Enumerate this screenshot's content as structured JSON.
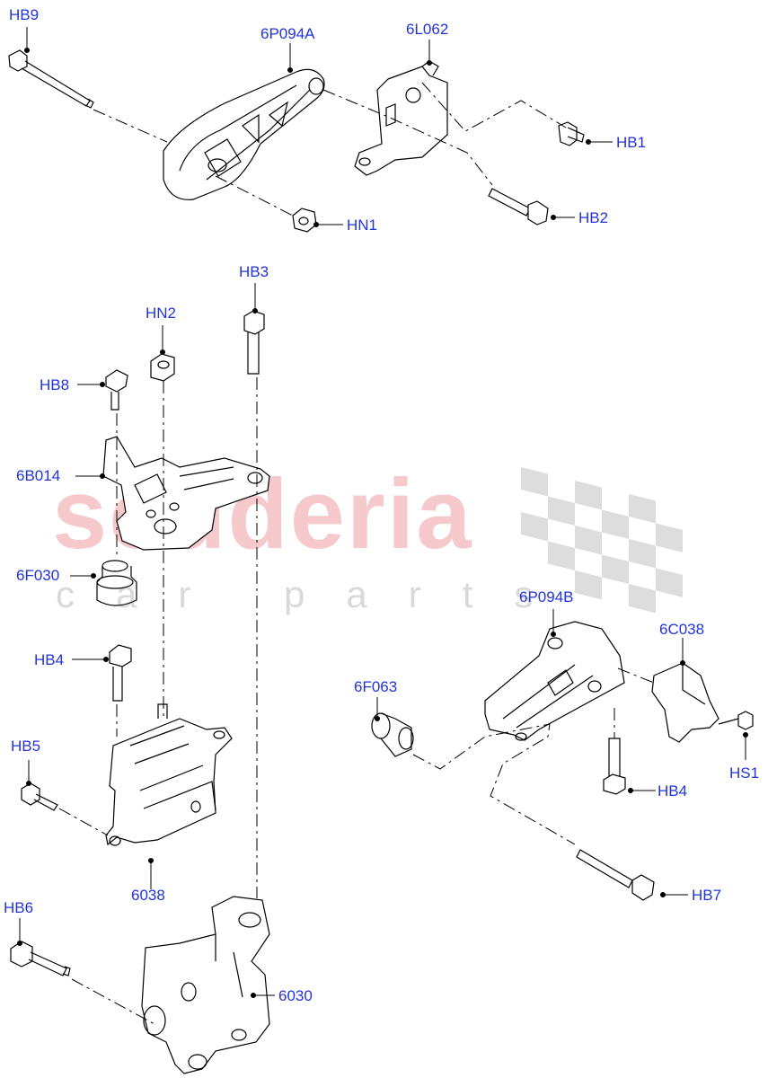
{
  "watermark": {
    "main": "scuderia",
    "sub": "car parts"
  },
  "callouts": {
    "hb9": "HB9",
    "p6p094a": "6P094A",
    "p6l062": "6L062",
    "hb1": "HB1",
    "hb2": "HB2",
    "hn1": "HN1",
    "hb3": "HB3",
    "hn2": "HN2",
    "hb8": "HB8",
    "p6b014": "6B014",
    "p6f030": "6F030",
    "hb4_left": "HB4",
    "hb5": "HB5",
    "p6038": "6038",
    "hb6": "HB6",
    "p6030": "6030",
    "p6p094b": "6P094B",
    "p6c038": "6C038",
    "p6f063": "6F063",
    "hs1": "HS1",
    "hb4_right": "HB4",
    "hb7": "HB7"
  },
  "colors": {
    "callout_text": "#2233dd",
    "line": "#000000",
    "watermark_red": "#f6c9cc",
    "watermark_grey": "#d9d9d9"
  }
}
